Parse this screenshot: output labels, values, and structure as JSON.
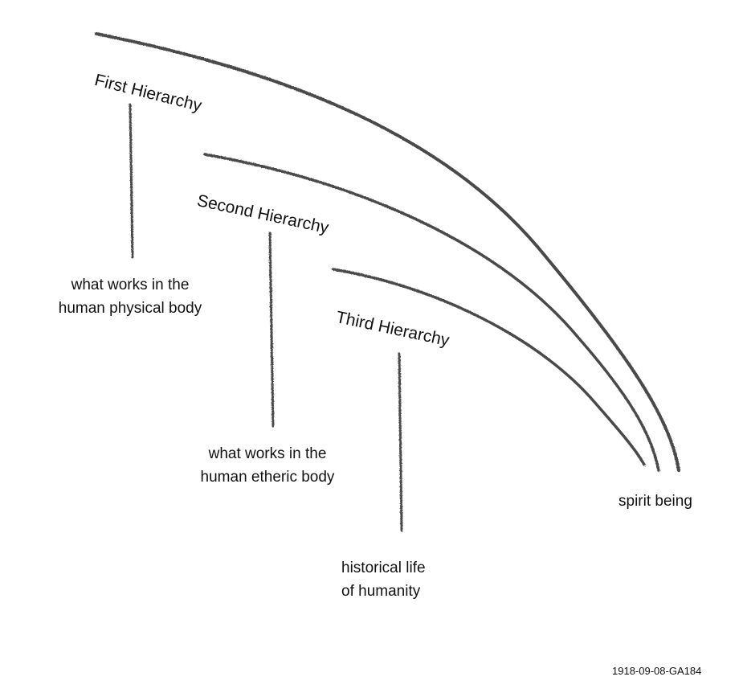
{
  "hierarchies": [
    {
      "label": "First Hierarchy",
      "works_on": [
        "what works in the",
        "human physical body"
      ]
    },
    {
      "label": "Second Hierarchy",
      "works_on": [
        "what works in the",
        "human etheric body"
      ]
    },
    {
      "label": "Third Hierarchy",
      "works_on": [
        "historical life",
        "of humanity"
      ]
    }
  ],
  "convergence_label": "spirit being",
  "reference": "1918-09-08-GA184",
  "stroke_color": "#2a2a2a"
}
